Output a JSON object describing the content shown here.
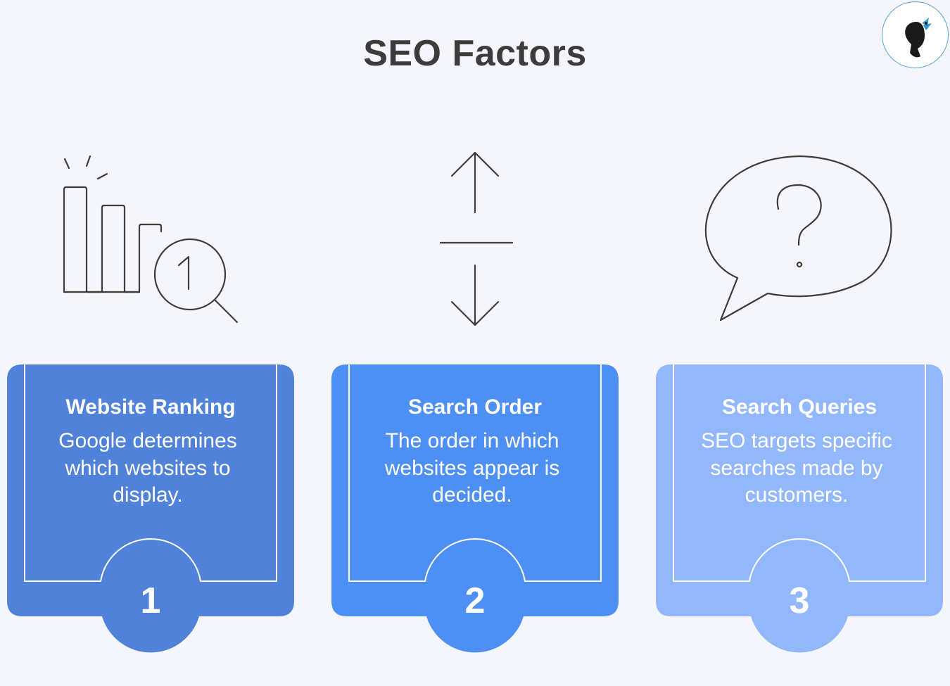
{
  "title": "SEO Factors",
  "colors": {
    "card1": "#4f82d8",
    "card2": "#4e8ff4",
    "card3": "#92b8fb",
    "icon_stroke": "#3c3c3c",
    "title_text": "#3c3c3c"
  },
  "factors": [
    {
      "title": "Website Ranking",
      "description": "Google determines which websites to display.",
      "number": "1",
      "icon": "bar-chart-magnifier-icon"
    },
    {
      "title": "Search Order",
      "description": "The order in which websites appear is decided.",
      "number": "2",
      "icon": "up-down-arrows-icon"
    },
    {
      "title": "Search Queries",
      "description": "SEO targets specific searches made by customers.",
      "number": "3",
      "icon": "speech-bubble-question-icon"
    }
  ]
}
